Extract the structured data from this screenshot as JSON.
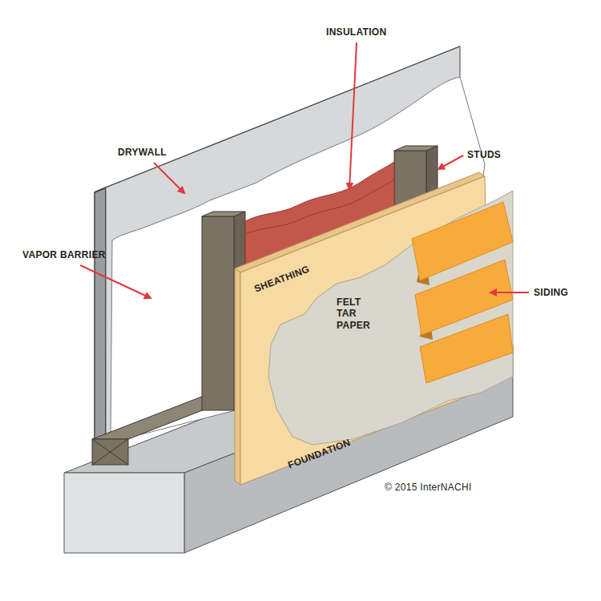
{
  "diagram": {
    "labels": [
      "INSULATION",
      "DRYWALL",
      "STUDS",
      "VAPOR BARRIER",
      "SHEATHING",
      "FELT TAR PAPER",
      "SIDING",
      "FOUNDATION",
      "© 2015 InterNACHI"
    ]
  }
}
